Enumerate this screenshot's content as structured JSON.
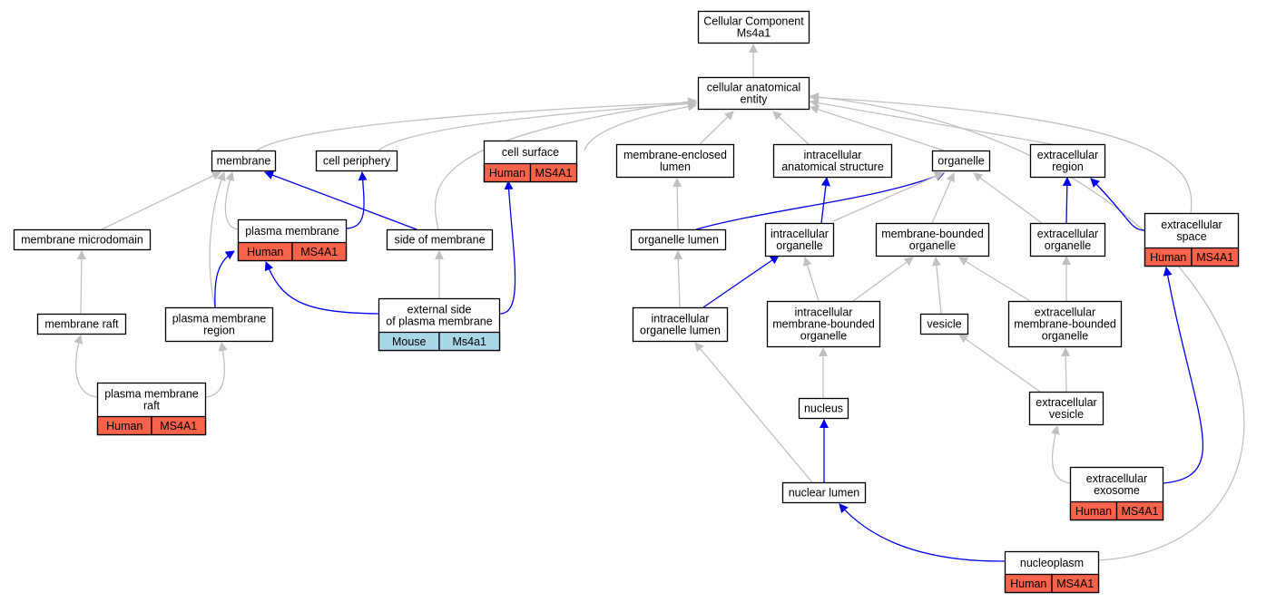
{
  "colors": {
    "human": "#f86349",
    "mouse": "#a9d7e8",
    "edge_is_a": "#c0c0c0",
    "edge_annotated": "#0000ee"
  },
  "nodes": [
    {
      "id": "cellular-component",
      "lines": [
        "Cellular Component",
        "Ms4a1"
      ]
    },
    {
      "id": "cellular-anatomical-entity",
      "lines": [
        "cellular anatomical",
        "entity"
      ]
    },
    {
      "id": "membrane",
      "lines": [
        "membrane"
      ]
    },
    {
      "id": "cell-periphery",
      "lines": [
        "cell periphery"
      ]
    },
    {
      "id": "cell-surface",
      "lines": [
        "cell surface"
      ],
      "species": [
        "Human",
        "MS4A1"
      ],
      "kind": "human"
    },
    {
      "id": "membrane-enclosed-lumen",
      "lines": [
        "membrane-enclosed",
        "lumen"
      ]
    },
    {
      "id": "intracellular-anatomical-structure",
      "lines": [
        "intracellular",
        "anatomical structure"
      ]
    },
    {
      "id": "organelle",
      "lines": [
        "organelle"
      ]
    },
    {
      "id": "extracellular-region",
      "lines": [
        "extracellular",
        "region"
      ]
    },
    {
      "id": "membrane-microdomain",
      "lines": [
        "membrane microdomain"
      ]
    },
    {
      "id": "plasma-membrane",
      "lines": [
        "plasma membrane"
      ],
      "species": [
        "Human",
        "MS4A1"
      ],
      "kind": "human"
    },
    {
      "id": "side-of-membrane",
      "lines": [
        "side of membrane"
      ]
    },
    {
      "id": "organelle-lumen",
      "lines": [
        "organelle lumen"
      ]
    },
    {
      "id": "intracellular-organelle",
      "lines": [
        "intracellular",
        "organelle"
      ]
    },
    {
      "id": "membrane-bounded-organelle",
      "lines": [
        "membrane-bounded",
        "organelle"
      ]
    },
    {
      "id": "extracellular-organelle",
      "lines": [
        "extracellular",
        "organelle"
      ]
    },
    {
      "id": "extracellular-space",
      "lines": [
        "extracellular",
        "space"
      ],
      "species": [
        "Human",
        "MS4A1"
      ],
      "kind": "human"
    },
    {
      "id": "membrane-raft",
      "lines": [
        "membrane raft"
      ]
    },
    {
      "id": "plasma-membrane-region",
      "lines": [
        "plasma membrane",
        "region"
      ]
    },
    {
      "id": "external-side-of-plasma-membrane",
      "lines": [
        "external side",
        "of plasma membrane"
      ],
      "species": [
        "Mouse",
        "Ms4a1"
      ],
      "kind": "mouse"
    },
    {
      "id": "intracellular-organelle-lumen",
      "lines": [
        "intracellular",
        "organelle lumen"
      ]
    },
    {
      "id": "intracellular-membrane-bounded-organelle",
      "lines": [
        "intracellular",
        "membrane-bounded",
        "organelle"
      ]
    },
    {
      "id": "vesicle",
      "lines": [
        "vesicle"
      ]
    },
    {
      "id": "extracellular-membrane-bounded-organelle",
      "lines": [
        "extracellular",
        "membrane-bounded",
        "organelle"
      ]
    },
    {
      "id": "plasma-membrane-raft",
      "lines": [
        "plasma membrane",
        "raft"
      ],
      "species": [
        "Human",
        "MS4A1"
      ],
      "kind": "human"
    },
    {
      "id": "nucleus",
      "lines": [
        "nucleus"
      ]
    },
    {
      "id": "extracellular-vesicle",
      "lines": [
        "extracellular",
        "vesicle"
      ]
    },
    {
      "id": "extracellular-exosome",
      "lines": [
        "extracellular",
        "exosome"
      ],
      "species": [
        "Human",
        "MS4A1"
      ],
      "kind": "human"
    },
    {
      "id": "nuclear-lumen",
      "lines": [
        "nuclear lumen"
      ]
    },
    {
      "id": "nucleoplasm",
      "lines": [
        "nucleoplasm"
      ],
      "species": [
        "Human",
        "MS4A1"
      ],
      "kind": "human"
    }
  ],
  "edges": [
    {
      "from": "cellular-anatomical-entity",
      "to": "cellular-component",
      "kind": "is_a"
    },
    {
      "from": "membrane",
      "to": "cellular-anatomical-entity",
      "kind": "is_a"
    },
    {
      "from": "cell-periphery",
      "to": "cellular-anatomical-entity",
      "kind": "is_a"
    },
    {
      "from": "cell-surface",
      "to": "cellular-anatomical-entity",
      "kind": "is_a"
    },
    {
      "from": "membrane-enclosed-lumen",
      "to": "cellular-anatomical-entity",
      "kind": "is_a"
    },
    {
      "from": "intracellular-anatomical-structure",
      "to": "cellular-anatomical-entity",
      "kind": "is_a"
    },
    {
      "from": "organelle",
      "to": "cellular-anatomical-entity",
      "kind": "is_a"
    },
    {
      "from": "extracellular-region",
      "to": "cellular-anatomical-entity",
      "kind": "is_a"
    },
    {
      "from": "side-of-membrane",
      "to": "cellular-anatomical-entity",
      "kind": "is_a"
    },
    {
      "from": "extracellular-space",
      "to": "cellular-anatomical-entity",
      "kind": "is_a"
    },
    {
      "from": "nucleoplasm",
      "to": "cellular-anatomical-entity",
      "kind": "is_a"
    },
    {
      "from": "membrane-microdomain",
      "to": "membrane",
      "kind": "is_a"
    },
    {
      "from": "plasma-membrane",
      "to": "membrane",
      "kind": "is_a"
    },
    {
      "from": "plasma-membrane-region",
      "to": "membrane",
      "kind": "is_a"
    },
    {
      "from": "side-of-membrane",
      "to": "membrane",
      "kind": "annotated"
    },
    {
      "from": "plasma-membrane",
      "to": "cell-periphery",
      "kind": "annotated"
    },
    {
      "from": "external-side-of-plasma-membrane",
      "to": "cell-surface",
      "kind": "annotated"
    },
    {
      "from": "organelle-lumen",
      "to": "membrane-enclosed-lumen",
      "kind": "is_a"
    },
    {
      "from": "organelle-lumen",
      "to": "organelle",
      "kind": "annotated"
    },
    {
      "from": "intracellular-organelle",
      "to": "intracellular-anatomical-structure",
      "kind": "annotated"
    },
    {
      "from": "intracellular-organelle",
      "to": "organelle",
      "kind": "is_a"
    },
    {
      "from": "membrane-bounded-organelle",
      "to": "organelle",
      "kind": "is_a"
    },
    {
      "from": "extracellular-organelle",
      "to": "organelle",
      "kind": "is_a"
    },
    {
      "from": "extracellular-organelle",
      "to": "extracellular-region",
      "kind": "annotated"
    },
    {
      "from": "extracellular-space",
      "to": "extracellular-region",
      "kind": "annotated"
    },
    {
      "from": "membrane-raft",
      "to": "membrane-microdomain",
      "kind": "is_a"
    },
    {
      "from": "plasma-membrane-region",
      "to": "plasma-membrane",
      "kind": "annotated"
    },
    {
      "from": "external-side-of-plasma-membrane",
      "to": "plasma-membrane",
      "kind": "annotated"
    },
    {
      "from": "external-side-of-plasma-membrane",
      "to": "side-of-membrane",
      "kind": "is_a"
    },
    {
      "from": "intracellular-organelle-lumen",
      "to": "organelle-lumen",
      "kind": "is_a"
    },
    {
      "from": "intracellular-organelle-lumen",
      "to": "intracellular-organelle",
      "kind": "annotated"
    },
    {
      "from": "intracellular-membrane-bounded-organelle",
      "to": "intracellular-organelle",
      "kind": "is_a"
    },
    {
      "from": "intracellular-membrane-bounded-organelle",
      "to": "membrane-bounded-organelle",
      "kind": "is_a"
    },
    {
      "from": "vesicle",
      "to": "membrane-bounded-organelle",
      "kind": "is_a"
    },
    {
      "from": "extracellular-membrane-bounded-organelle",
      "to": "membrane-bounded-organelle",
      "kind": "is_a"
    },
    {
      "from": "extracellular-membrane-bounded-organelle",
      "to": "extracellular-organelle",
      "kind": "is_a"
    },
    {
      "from": "plasma-membrane-raft",
      "to": "membrane-raft",
      "kind": "is_a"
    },
    {
      "from": "plasma-membrane-raft",
      "to": "plasma-membrane-region",
      "kind": "is_a"
    },
    {
      "from": "nucleus",
      "to": "intracellular-membrane-bounded-organelle",
      "kind": "is_a"
    },
    {
      "from": "extracellular-vesicle",
      "to": "vesicle",
      "kind": "is_a"
    },
    {
      "from": "extracellular-vesicle",
      "to": "extracellular-membrane-bounded-organelle",
      "kind": "is_a"
    },
    {
      "from": "extracellular-exosome",
      "to": "extracellular-vesicle",
      "kind": "is_a"
    },
    {
      "from": "extracellular-exosome",
      "to": "extracellular-space",
      "kind": "annotated"
    },
    {
      "from": "nuclear-lumen",
      "to": "nucleus",
      "kind": "annotated"
    },
    {
      "from": "nuclear-lumen",
      "to": "intracellular-organelle-lumen",
      "kind": "is_a"
    },
    {
      "from": "nucleoplasm",
      "to": "nuclear-lumen",
      "kind": "annotated"
    }
  ]
}
